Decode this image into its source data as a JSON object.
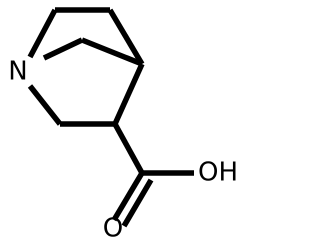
{
  "molecule": {
    "atoms": {
      "nitrogen": "N",
      "oxygen_carbonyl": "O",
      "hydroxyl": "OH"
    }
  },
  "colors": {
    "bond": "#000000",
    "label": "#000000",
    "background": "#ffffff"
  }
}
